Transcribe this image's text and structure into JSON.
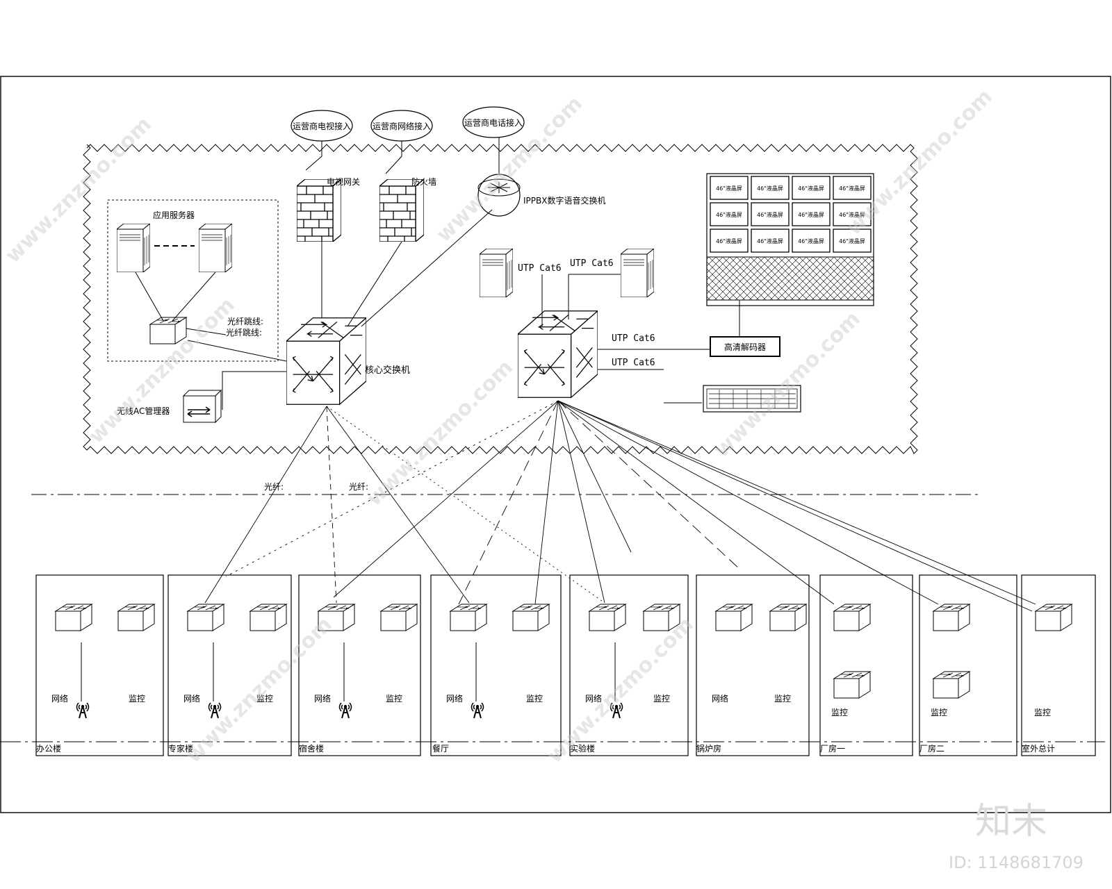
{
  "inputs": {
    "tv": "运营商电视接入",
    "net": "运营商网络接入",
    "phone": "运营商电话接入"
  },
  "devices": {
    "tv_gateway": "电视网关",
    "firewall": "防火墙",
    "ippbx": "IPPBX数字语音交换机",
    "app_server": "应用服务器",
    "fiber_patch": [
      "光纤跳线:",
      "光纤跳线:"
    ],
    "core_switch": "核心交换机",
    "ac_manager": "无线AC管理器",
    "hd_decoder": "高清解码器"
  },
  "video_wall": {
    "cell_label": "46\"液晶屏",
    "rows": 3,
    "cols": 4
  },
  "links": {
    "utp_cat6": "UTP Cat6",
    "fiber": "光纤:"
  },
  "buildings": [
    {
      "name": "办公楼",
      "left_label": "网络",
      "right_label": "监控"
    },
    {
      "name": "专家楼",
      "left_label": "网络",
      "right_label": "监控"
    },
    {
      "name": "宿舍楼",
      "left_label": "网络",
      "right_label": "监控"
    },
    {
      "name": "餐厅",
      "left_label": "网络",
      "right_label": "监控"
    },
    {
      "name": "实验楼",
      "left_label": "网络",
      "right_label": "监控"
    },
    {
      "name": "锅炉房",
      "left_label": "网络",
      "right_label": "监控"
    },
    {
      "name": "厂房一",
      "left_label": "监控",
      "right_label": ""
    },
    {
      "name": "厂房二",
      "left_label": "监控",
      "right_label": ""
    },
    {
      "name": "室外总计",
      "left_label": "监控",
      "right_label": ""
    }
  ],
  "watermark": {
    "domain": "www.znzmo.com",
    "brand": "知末",
    "id": "ID: 1148681709"
  },
  "icons": [
    "firewall-icon",
    "router-icon",
    "server-icon",
    "switch-icon",
    "wireless-ap-icon",
    "storage-array-icon"
  ]
}
